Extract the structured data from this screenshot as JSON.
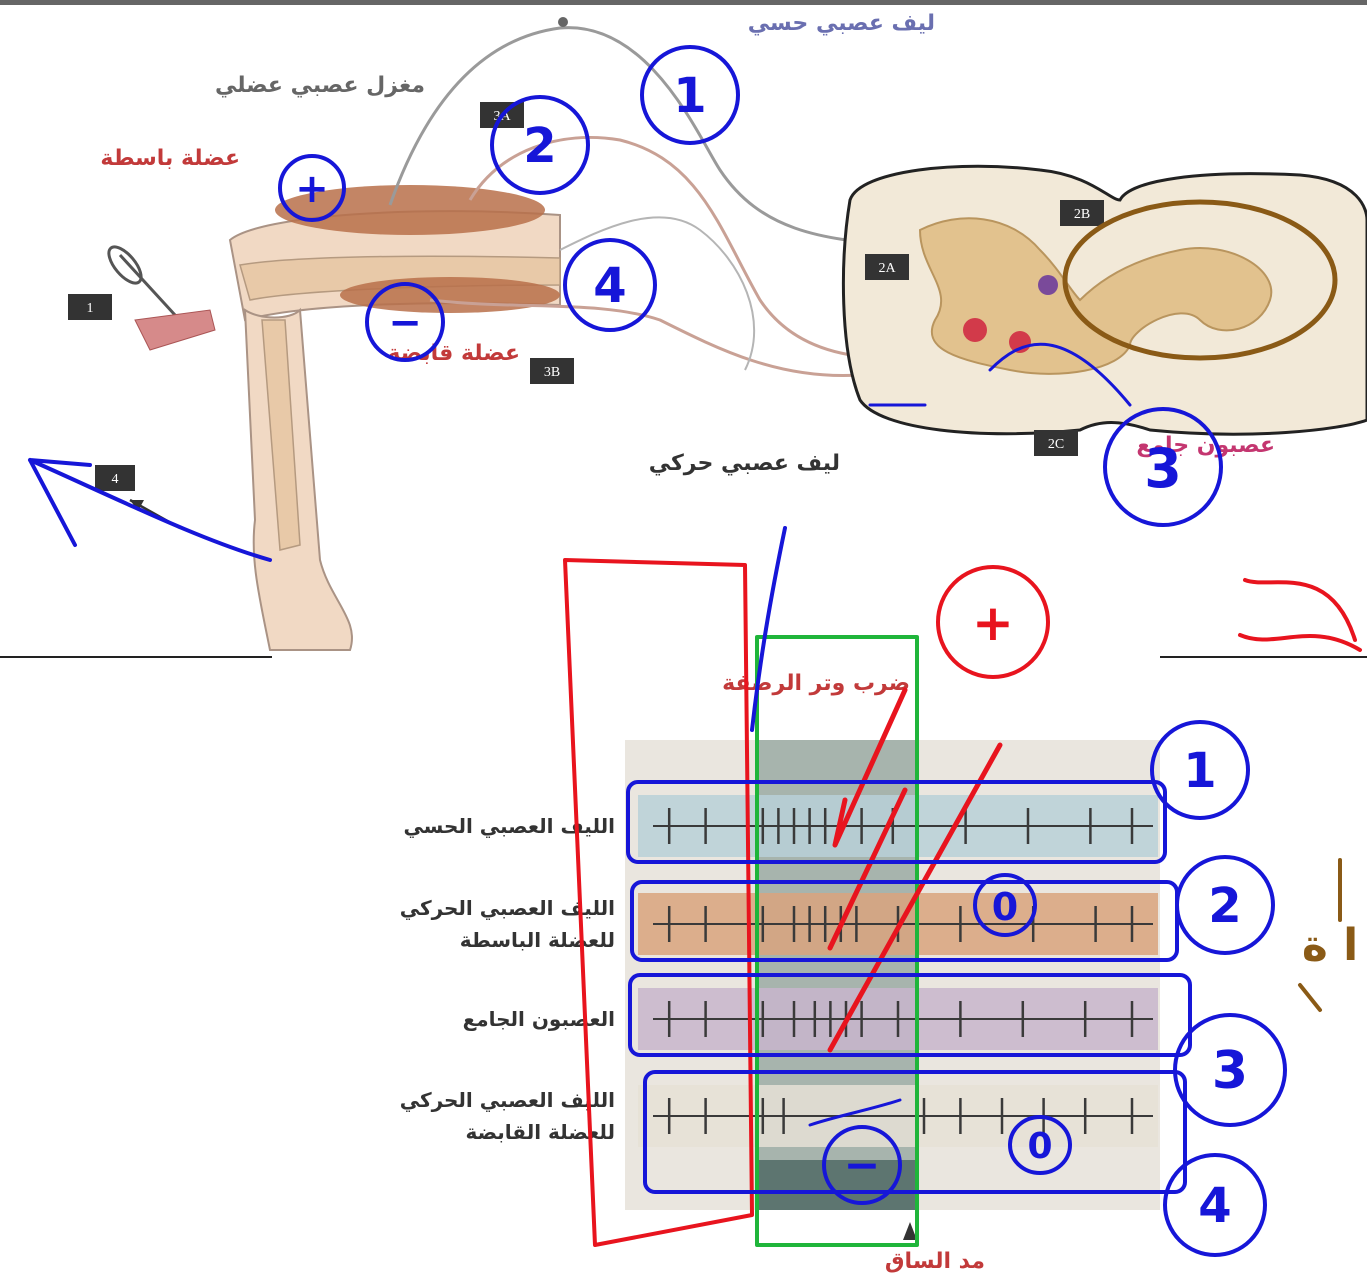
{
  "top_figure": {
    "labels": {
      "sensory_fiber": "ليف عصبي حسي",
      "neuromuscular_spindle": "مغزل عصبي عضلي",
      "extensor_muscle": "عضلة باسطة",
      "flexor_muscle": "عضلة قابضة",
      "motor_fiber": "ليف عصبي حركي",
      "interneuron": "عصبون جامع"
    },
    "tags": [
      "1",
      "2A",
      "2B",
      "2C",
      "3A",
      "3B",
      "4"
    ]
  },
  "bottom_figure": {
    "title": "ضرب وتر الرضفة",
    "footer": "مد الساق",
    "rows": [
      {
        "label_lines": [
          "الليف العصبي الحسي"
        ],
        "color": "#b8d0d8",
        "ticks": [
          0.06,
          0.13,
          0.24,
          0.27,
          0.3,
          0.33,
          0.36,
          0.43,
          0.49,
          0.63,
          0.75,
          0.87,
          0.95
        ]
      },
      {
        "label_lines": [
          "الليف العصبي الحركي",
          "للعضلة الباسطة"
        ],
        "color": "#d9a37e",
        "ticks": [
          0.06,
          0.13,
          0.24,
          0.3,
          0.33,
          0.36,
          0.39,
          0.42,
          0.5,
          0.62,
          0.76,
          0.88,
          0.95
        ]
      },
      {
        "label_lines": [
          "العصبون الجامع"
        ],
        "color": "#c8b5cc",
        "ticks": [
          0.06,
          0.13,
          0.24,
          0.3,
          0.34,
          0.37,
          0.4,
          0.43,
          0.5,
          0.62,
          0.74,
          0.86,
          0.95
        ]
      },
      {
        "label_lines": [
          "الليف العصبي الحركي",
          "للعضلة القابضة"
        ],
        "color": "#e6e0d6",
        "ticks": [
          0.06,
          0.13,
          0.24,
          0.28,
          0.55,
          0.62,
          0.7,
          0.78,
          0.86,
          0.95
        ]
      }
    ]
  },
  "handwriting": {
    "sensory": "1",
    "extensor": "2",
    "interneuron": "3",
    "flexor": "4",
    "plus": "+",
    "minus": "−",
    "zero": "0",
    "brown": "ا ة"
  },
  "colors": {
    "pen_blue": "#1616d8",
    "pen_red": "#e8141e",
    "pen_green": "#1fb53a",
    "pen_brown": "#8a5a16",
    "label_red": "#c23a3a",
    "label_gray": "#333333"
  }
}
